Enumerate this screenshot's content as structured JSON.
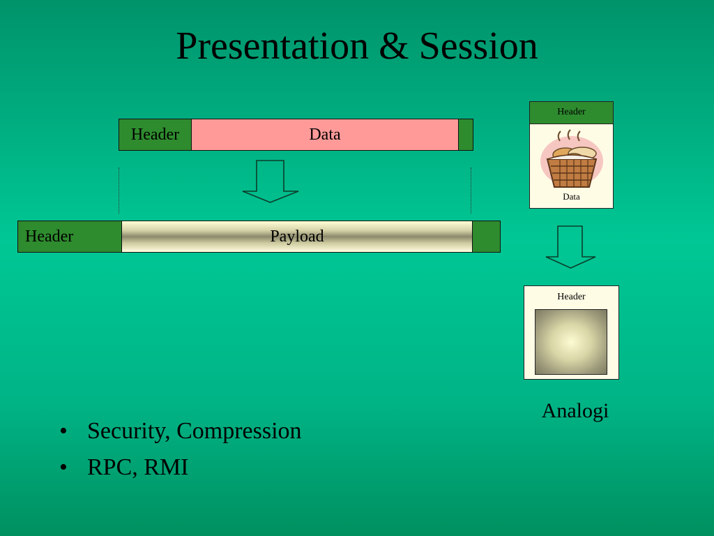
{
  "title": "Presentation & Session",
  "top_packet": {
    "header_label": "Header",
    "data_label": "Data"
  },
  "bottom_packet": {
    "header_label": "Header",
    "payload_label": "Payload"
  },
  "analogy": {
    "card1": {
      "header_label": "Header",
      "data_label": "Data",
      "image_icon": "bread-basket-icon"
    },
    "card2": {
      "header_label": "Header"
    },
    "caption": "Analogi"
  },
  "bullets": [
    {
      "marker": "•",
      "text": "Security, Compression"
    },
    {
      "marker": "•",
      "text": "RPC, RMI"
    }
  ],
  "colors": {
    "background": "#00c795",
    "header_green": "#2e8b2e",
    "data_pink": "#ff9a99"
  }
}
